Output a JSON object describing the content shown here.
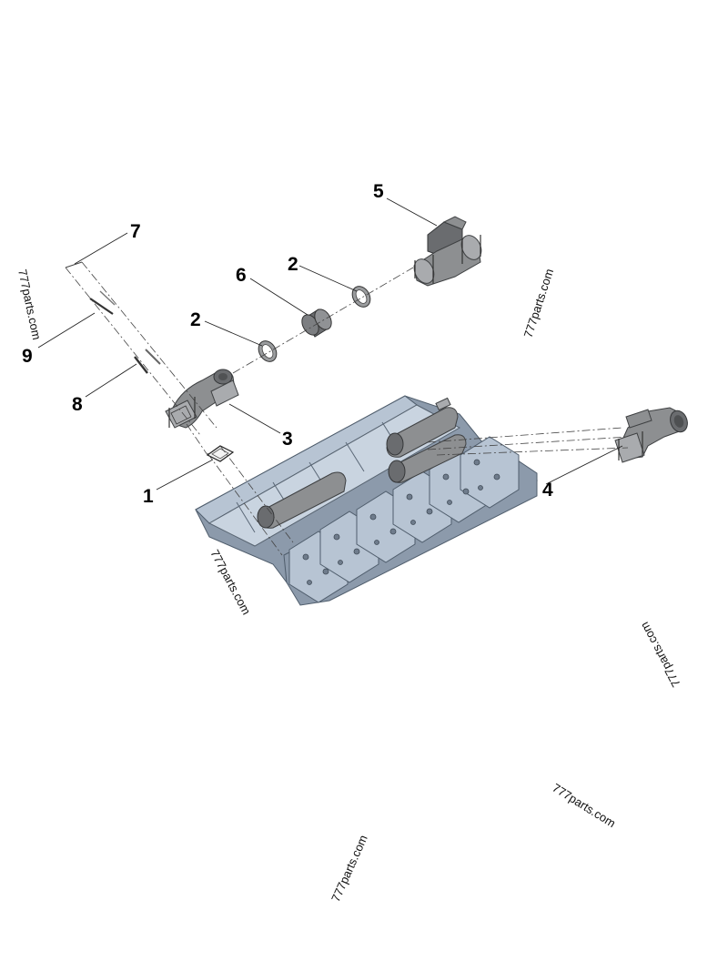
{
  "callouts": [
    {
      "id": "c1",
      "label": "1"
    },
    {
      "id": "c2a",
      "label": "2"
    },
    {
      "id": "c2b",
      "label": "2"
    },
    {
      "id": "c3",
      "label": "3"
    },
    {
      "id": "c4",
      "label": "4"
    },
    {
      "id": "c5",
      "label": "5"
    },
    {
      "id": "c6",
      "label": "6"
    },
    {
      "id": "c7",
      "label": "7"
    },
    {
      "id": "c8",
      "label": "8"
    },
    {
      "id": "c9",
      "label": "9"
    }
  ],
  "watermarks": [
    {
      "text": "777parts.com"
    },
    {
      "text": "777parts.com"
    },
    {
      "text": "777parts.com"
    },
    {
      "text": "777parts.com"
    },
    {
      "text": "777parts.com"
    },
    {
      "text": "777parts.com"
    }
  ]
}
